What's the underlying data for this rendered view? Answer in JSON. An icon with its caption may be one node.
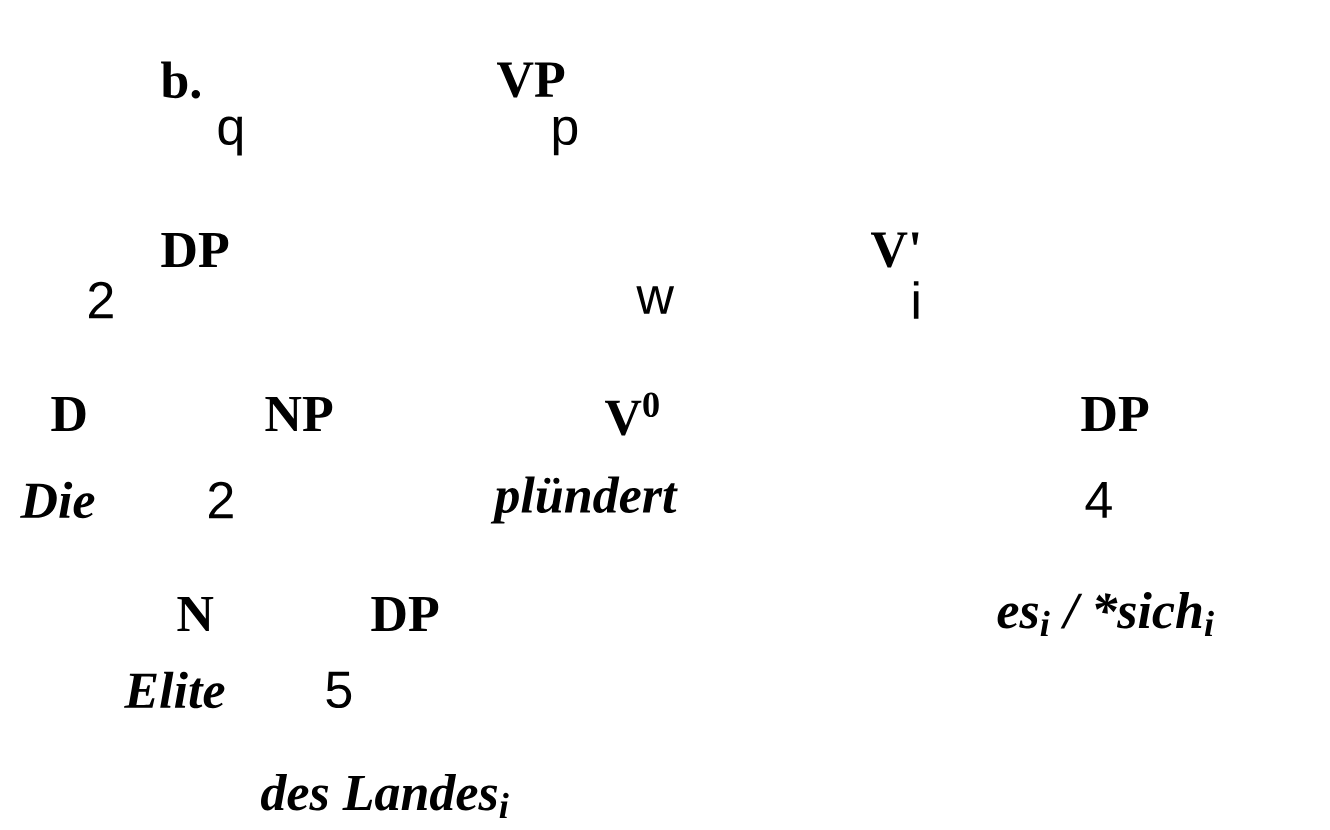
{
  "diagram": {
    "labels": [
      "b.",
      "VP",
      "q",
      "p",
      "DP",
      "V'",
      "2",
      "w",
      "i",
      "D",
      "NP",
      "V$^{0}$",
      "DP",
      "Die",
      "2",
      "plündert",
      "4",
      "N",
      "DP",
      "es$_{i}$ / *sich$_{i}$",
      "Elite",
      "5",
      "des Landes$_{i}$"
    ]
  }
}
